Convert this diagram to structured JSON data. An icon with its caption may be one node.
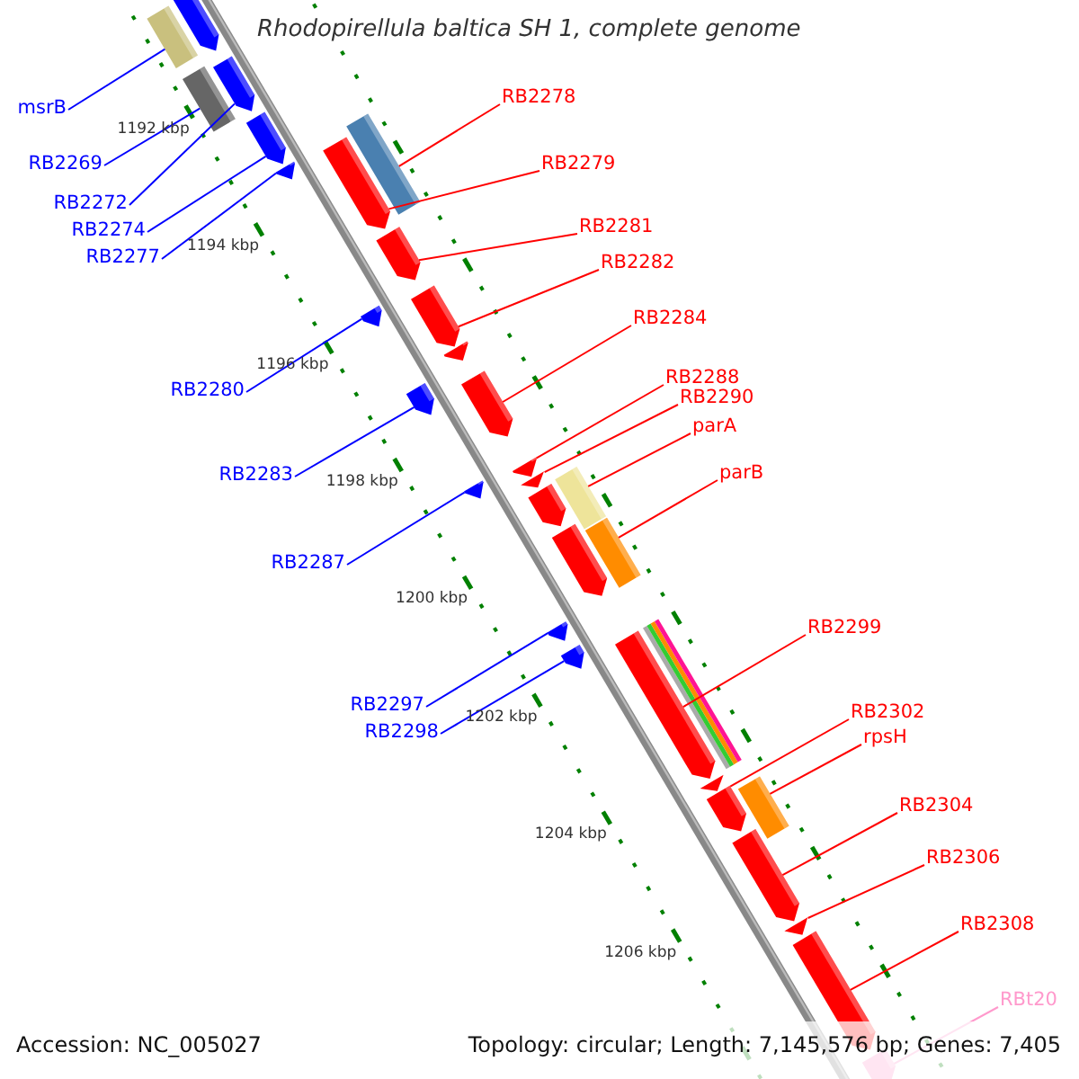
{
  "diagram": {
    "title": "Rhodopirellula baltica SH 1, complete genome",
    "nodes": [
      {
        "text": [
          "msrB"
        ]
      },
      {
        "text": [
          "RB2269"
        ]
      },
      {
        "text": [
          "RB2272"
        ]
      },
      {
        "text": [
          "RB2274"
        ]
      },
      {
        "text": [
          "RB2277"
        ]
      },
      {
        "text": [
          "RB2280"
        ]
      },
      {
        "text": [
          "RB2283"
        ]
      },
      {
        "text": [
          "RB2287"
        ]
      },
      {
        "text": [
          "RB2297"
        ]
      },
      {
        "text": [
          "RB2298"
        ]
      },
      {
        "text": [
          "RB2278"
        ]
      },
      {
        "text": [
          "RB2279"
        ]
      },
      {
        "text": [
          "RB2281"
        ]
      },
      {
        "text": [
          "RB2282"
        ]
      },
      {
        "text": [
          "RB2284"
        ]
      },
      {
        "text": [
          "RB2288"
        ]
      },
      {
        "text": [
          "RB2290"
        ]
      },
      {
        "text": [
          "parA"
        ]
      },
      {
        "text": [
          "parB"
        ]
      },
      {
        "text": [
          "RB2299"
        ]
      },
      {
        "text": [
          "RB2302"
        ]
      },
      {
        "text": [
          "rpsH"
        ]
      },
      {
        "text": [
          "RB2304"
        ]
      },
      {
        "text": [
          "RB2306"
        ]
      },
      {
        "text": [
          "RB2308"
        ]
      },
      {
        "text": [
          "RBt20"
        ]
      },
      {
        "text": [],
        "shape": "box"
      },
      {
        "text": [],
        "shape": "box"
      },
      {
        "text": [],
        "shape": "arrow"
      },
      {
        "text": [],
        "shape": "arrow"
      },
      {
        "text": [],
        "shape": "arrow"
      },
      {
        "text": [],
        "shape": "arrow"
      },
      {
        "text": [],
        "shape": "arrow"
      },
      {
        "text": [],
        "shape": "arrow"
      },
      {
        "text": [],
        "shape": "arrow"
      },
      {
        "text": [],
        "shape": "arrow"
      },
      {
        "text": [],
        "shape": "box"
      },
      {
        "text": [],
        "shape": "arrow"
      },
      {
        "text": [],
        "shape": "arrow"
      },
      {
        "text": [],
        "shape": "arrow"
      },
      {
        "text": [],
        "shape": "arrow"
      },
      {
        "text": [],
        "shape": "arrow"
      },
      {
        "text": [],
        "shape": "arrow"
      },
      {
        "text": [],
        "shape": "box"
      },
      {
        "text": [],
        "shape": "box"
      },
      {
        "text": [],
        "shape": "arrow"
      },
      {
        "text": [],
        "shape": "arrow"
      },
      {
        "text": [],
        "shape": "box"
      },
      {
        "text": [],
        "shape": "arrow"
      },
      {
        "text": [],
        "shape": "arrow"
      },
      {
        "text": [],
        "shape": "arrow"
      },
      {
        "text": [],
        "shape": "arrow"
      },
      {
        "text": [],
        "shape": "arrow"
      },
      {
        "text": [],
        "shape": "arrow"
      },
      {
        "text": [],
        "shape": "arrow"
      },
      {
        "text": [],
        "shape": "arrow"
      },
      {
        "text": [],
        "shape": "arrow"
      },
      {
        "text": [],
        "shape": "bar"
      },
      {
        "text": [],
        "shape": "bar"
      },
      {
        "text": [],
        "shape": "bar"
      },
      {
        "text": [],
        "shape": "bar"
      }
    ],
    "edges": [
      {
        "from": 0,
        "to": 26,
        "arrow": "none",
        "color": "#0000ff"
      },
      {
        "from": 1,
        "to": 27,
        "arrow": "none",
        "color": "#0000ff"
      },
      {
        "from": 2,
        "to": 28,
        "arrow": "none",
        "color": "#0000ff"
      },
      {
        "from": 3,
        "to": 29,
        "arrow": "none",
        "color": "#0000ff"
      },
      {
        "from": 4,
        "to": 30,
        "arrow": "none",
        "color": "#0000ff"
      },
      {
        "from": 5,
        "to": 31,
        "arrow": "none",
        "color": "#0000ff"
      },
      {
        "from": 6,
        "to": 32,
        "arrow": "none",
        "color": "#0000ff"
      },
      {
        "from": 7,
        "to": 33,
        "arrow": "none",
        "color": "#0000ff"
      },
      {
        "from": 8,
        "to": 34,
        "arrow": "none",
        "color": "#0000ff"
      },
      {
        "from": 9,
        "to": 35,
        "arrow": "none",
        "color": "#0000ff"
      },
      {
        "from": 10,
        "to": 36,
        "arrow": "none"
      },
      {
        "from": 11,
        "to": 37,
        "arrow": "none"
      },
      {
        "from": 12,
        "to": 38,
        "arrow": "none"
      },
      {
        "from": 13,
        "to": 39,
        "arrow": "none"
      },
      {
        "from": 14,
        "to": 40,
        "arrow": "none"
      },
      {
        "from": 15,
        "to": 41,
        "arrow": "none"
      },
      {
        "from": 16,
        "to": 42,
        "arrow": "none"
      },
      {
        "from": 17,
        "to": 43,
        "arrow": "none"
      },
      {
        "from": 18,
        "to": 44,
        "arrow": "none"
      },
      {
        "from": 19,
        "to": 45,
        "arrow": "none"
      },
      {
        "from": 20,
        "to": 46,
        "arrow": "none"
      },
      {
        "from": 21,
        "to": 47,
        "arrow": "none"
      },
      {
        "from": 22,
        "to": 48,
        "arrow": "none"
      },
      {
        "from": 23,
        "to": 49,
        "arrow": "none"
      },
      {
        "from": 24,
        "to": 50,
        "arrow": "none"
      },
      {
        "from": 25,
        "to": 51,
        "arrow": "none",
        "color": "#ff99cc"
      }
    ],
    "labels": [
      "1192 kbp",
      "1194 kbp",
      "1196 kbp",
      "1198 kbp",
      "1200 kbp",
      "1202 kbp",
      "1204 kbp",
      "1206 kbp",
      "Accession: NC_005027",
      "Topology: circular; Length: 7,145,576 bp; Genes: 7,405"
    ]
  }
}
